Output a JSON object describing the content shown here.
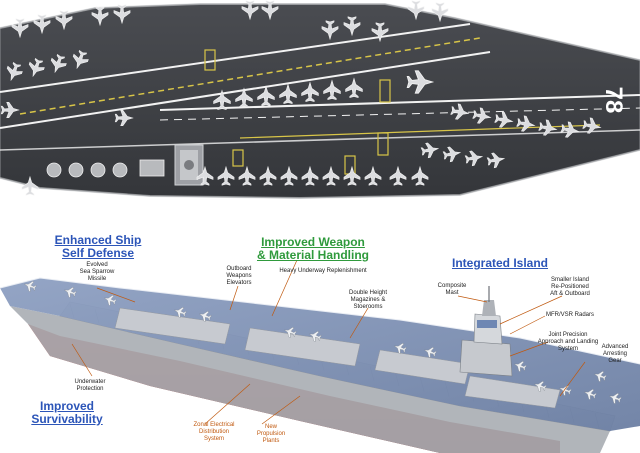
{
  "flight_deck": {
    "hull_number": "78"
  },
  "cutaway": {
    "headings": {
      "enhanced_defense": "Enhanced Ship\nSelf Defense",
      "weapon_handling": "Improved Weapon\n& Material Handling",
      "integrated_island": "Integrated Island",
      "survivability": "Improved\nSurvivability"
    },
    "callouts": {
      "sea_sparrow": "Evolved\nSea Sparrow\nMissile",
      "outboard_elevators": "Outboard\nWeapons\nElevators",
      "heavy_replenishment": "Heavy Underway Replenishment",
      "double_height": "Double Height\nMagazines &\nStoerooms",
      "composite_mast": "Composite\nMast",
      "smaller_island": "Smaller Island\nRe-Positioned\nAft & Outboard",
      "mfr_vsr": "MFR/VSR Radars",
      "jpals": "Joint Precision\nApproach and Landing\nSystem",
      "arresting_gear": "Advanced\nArresting\nGear",
      "underwater_protection": "Underwater\nProtection",
      "zonal_electrical": "Zonal Electrical\nDistribution\nSystem",
      "propulsion_plants": "New\nPropulsion\nPlants"
    }
  },
  "colors": {
    "deck": "#3d3f44",
    "deck_lines": "#f2f2f2",
    "deck_yellow": "#d8c548",
    "hull_red": "#a3312c",
    "cutaway_deck": "#7b8fb4",
    "callout_line": "#c0590f"
  }
}
